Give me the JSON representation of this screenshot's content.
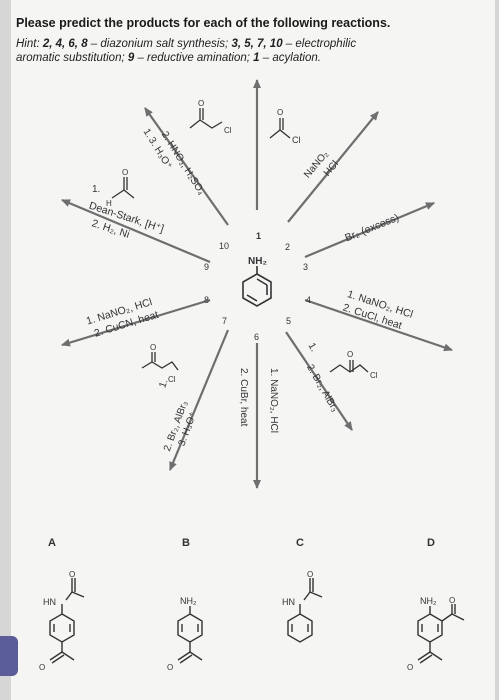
{
  "header": {
    "title": "Please predict the products for each of the following reactions.",
    "hint_line1_parts": [
      "Hint: ",
      "2, 4, 6, 8",
      " – diazonium salt synthesis; ",
      "3, 5, 7, 10",
      " – electrophilic"
    ],
    "hint_line2_parts": [
      "aromatic substitution; ",
      "9",
      " – reductive amination; ",
      "1",
      " – acylation."
    ]
  },
  "center": {
    "label": "NH₂",
    "slot_numbers": [
      "1",
      "2",
      "3",
      "4",
      "5",
      "6",
      "7",
      "8",
      "9",
      "10"
    ]
  },
  "reagents": {
    "r1": "Cl",
    "r2_line1": "NaNO₂",
    "r2_line2": "HCl",
    "r3": "Br₂ (excess)",
    "r4_line1": "1. NaNO₂, HCl",
    "r4_line2": "2. CuCl, heat",
    "r5_line1": "1.",
    "r5_line2": "2. Br₂, AlBr₃",
    "r5_cl": "Cl",
    "r6_line1": "1. NaNO₂, HCl",
    "r6_line2": "2. CuBr, heat",
    "r7_line1": "1.",
    "r7_line2": "2. Br₂, AlBr₃",
    "r7_line3": "3. H₃O⁺",
    "r7_cl": "Cl",
    "r8_line1": "1. NaNO₂, HCl",
    "r8_line2": "2. CuCN, heat",
    "r9_line1": "1.",
    "r9_h": "H",
    "r9_line2": "Dean-Stark, [H⁺]",
    "r9_line3": "2. H₂, Ni",
    "r10_line1": "1.",
    "r10_line2": "2. HNO₃, H₂SO₄",
    "r10_line3": "3. H₃O⁺",
    "r10_cl": "Cl"
  },
  "answers": [
    {
      "letter": "A",
      "sub_label": "HN",
      "sub_extra": ""
    },
    {
      "letter": "B",
      "sub_label": "NH₂",
      "sub_extra": ""
    },
    {
      "letter": "C",
      "sub_label": "HN",
      "sub_extra": ""
    },
    {
      "letter": "D",
      "sub_label": "NH₂",
      "sub_extra": "O"
    }
  ],
  "carbonyl_o": "O",
  "colors": {
    "arrow": "#6e6e6e",
    "ink": "#333333",
    "page": "#f5f5f4",
    "side_tab": "#5b5d9a"
  }
}
